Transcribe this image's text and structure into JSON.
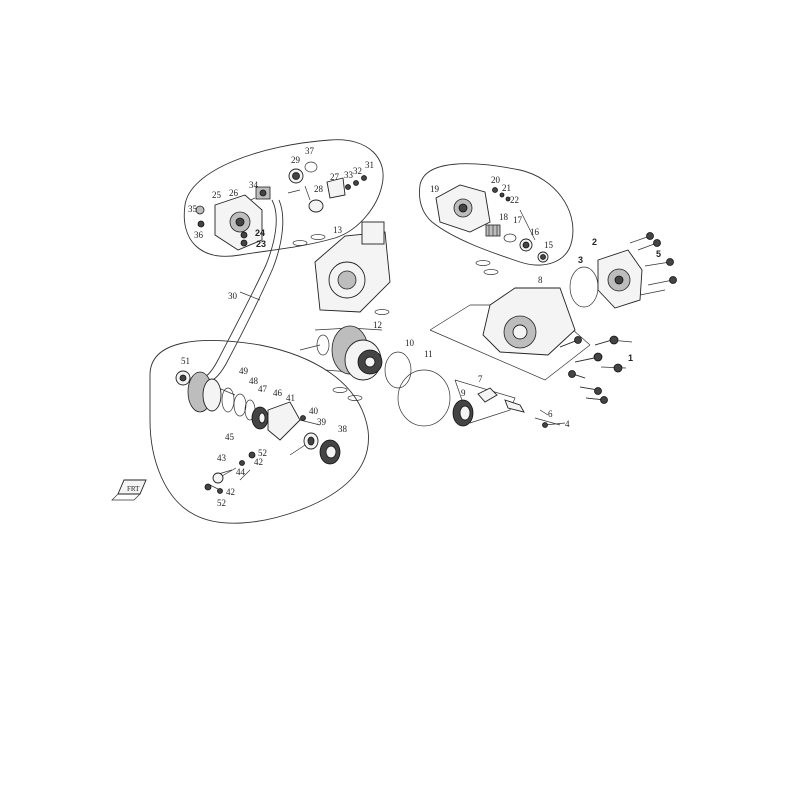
{
  "diagram": {
    "fwd_badge": "FRT",
    "callouts": [
      {
        "id": "c1",
        "text": "1",
        "bold": true
      },
      {
        "id": "c2",
        "text": "2",
        "bold": true
      },
      {
        "id": "c3",
        "text": "3",
        "bold": true
      },
      {
        "id": "c4",
        "text": "4",
        "bold": false
      },
      {
        "id": "c5",
        "text": "5",
        "bold": true
      },
      {
        "id": "c6",
        "text": "6",
        "bold": false
      },
      {
        "id": "c7",
        "text": "7",
        "bold": false
      },
      {
        "id": "c8",
        "text": "8",
        "bold": false
      },
      {
        "id": "c9",
        "text": "9",
        "bold": false
      },
      {
        "id": "c10",
        "text": "10",
        "bold": false
      },
      {
        "id": "c11",
        "text": "11",
        "bold": false
      },
      {
        "id": "c12",
        "text": "12",
        "bold": false
      },
      {
        "id": "c13",
        "text": "13",
        "bold": false
      },
      {
        "id": "c15",
        "text": "15",
        "bold": false
      },
      {
        "id": "c16",
        "text": "16",
        "bold": false
      },
      {
        "id": "c17",
        "text": "17",
        "bold": false
      },
      {
        "id": "c18",
        "text": "18",
        "bold": false
      },
      {
        "id": "c19",
        "text": "19",
        "bold": false
      },
      {
        "id": "c20",
        "text": "20",
        "bold": false
      },
      {
        "id": "c21",
        "text": "21",
        "bold": false
      },
      {
        "id": "c22",
        "text": "22",
        "bold": false
      },
      {
        "id": "c23",
        "text": "23",
        "bold": true
      },
      {
        "id": "c24",
        "text": "24",
        "bold": true
      },
      {
        "id": "c25",
        "text": "25",
        "bold": false
      },
      {
        "id": "c26",
        "text": "26",
        "bold": false
      },
      {
        "id": "c27",
        "text": "27",
        "bold": false
      },
      {
        "id": "c28",
        "text": "28",
        "bold": false
      },
      {
        "id": "c29",
        "text": "29",
        "bold": false
      },
      {
        "id": "c30",
        "text": "30",
        "bold": false
      },
      {
        "id": "c31",
        "text": "31",
        "bold": false
      },
      {
        "id": "c32",
        "text": "32",
        "bold": false
      },
      {
        "id": "c33",
        "text": "33",
        "bold": false
      },
      {
        "id": "c34",
        "text": "34",
        "bold": false
      },
      {
        "id": "c35",
        "text": "35",
        "bold": false
      },
      {
        "id": "c36",
        "text": "36",
        "bold": false
      },
      {
        "id": "c37",
        "text": "37",
        "bold": false
      },
      {
        "id": "c38",
        "text": "38",
        "bold": false
      },
      {
        "id": "c39",
        "text": "39",
        "bold": false
      },
      {
        "id": "c40",
        "text": "40",
        "bold": false
      },
      {
        "id": "c41",
        "text": "41",
        "bold": false
      },
      {
        "id": "c42a",
        "text": "42",
        "bold": false
      },
      {
        "id": "c42b",
        "text": "42",
        "bold": false
      },
      {
        "id": "c43",
        "text": "43",
        "bold": false
      },
      {
        "id": "c44",
        "text": "44",
        "bold": false
      },
      {
        "id": "c45",
        "text": "45",
        "bold": false
      },
      {
        "id": "c46",
        "text": "46",
        "bold": false
      },
      {
        "id": "c47",
        "text": "47",
        "bold": false
      },
      {
        "id": "c48",
        "text": "48",
        "bold": false
      },
      {
        "id": "c49",
        "text": "49",
        "bold": false
      },
      {
        "id": "c51",
        "text": "51",
        "bold": false
      },
      {
        "id": "c52a",
        "text": "52",
        "bold": false
      },
      {
        "id": "c52b",
        "text": "52",
        "bold": false
      }
    ]
  }
}
